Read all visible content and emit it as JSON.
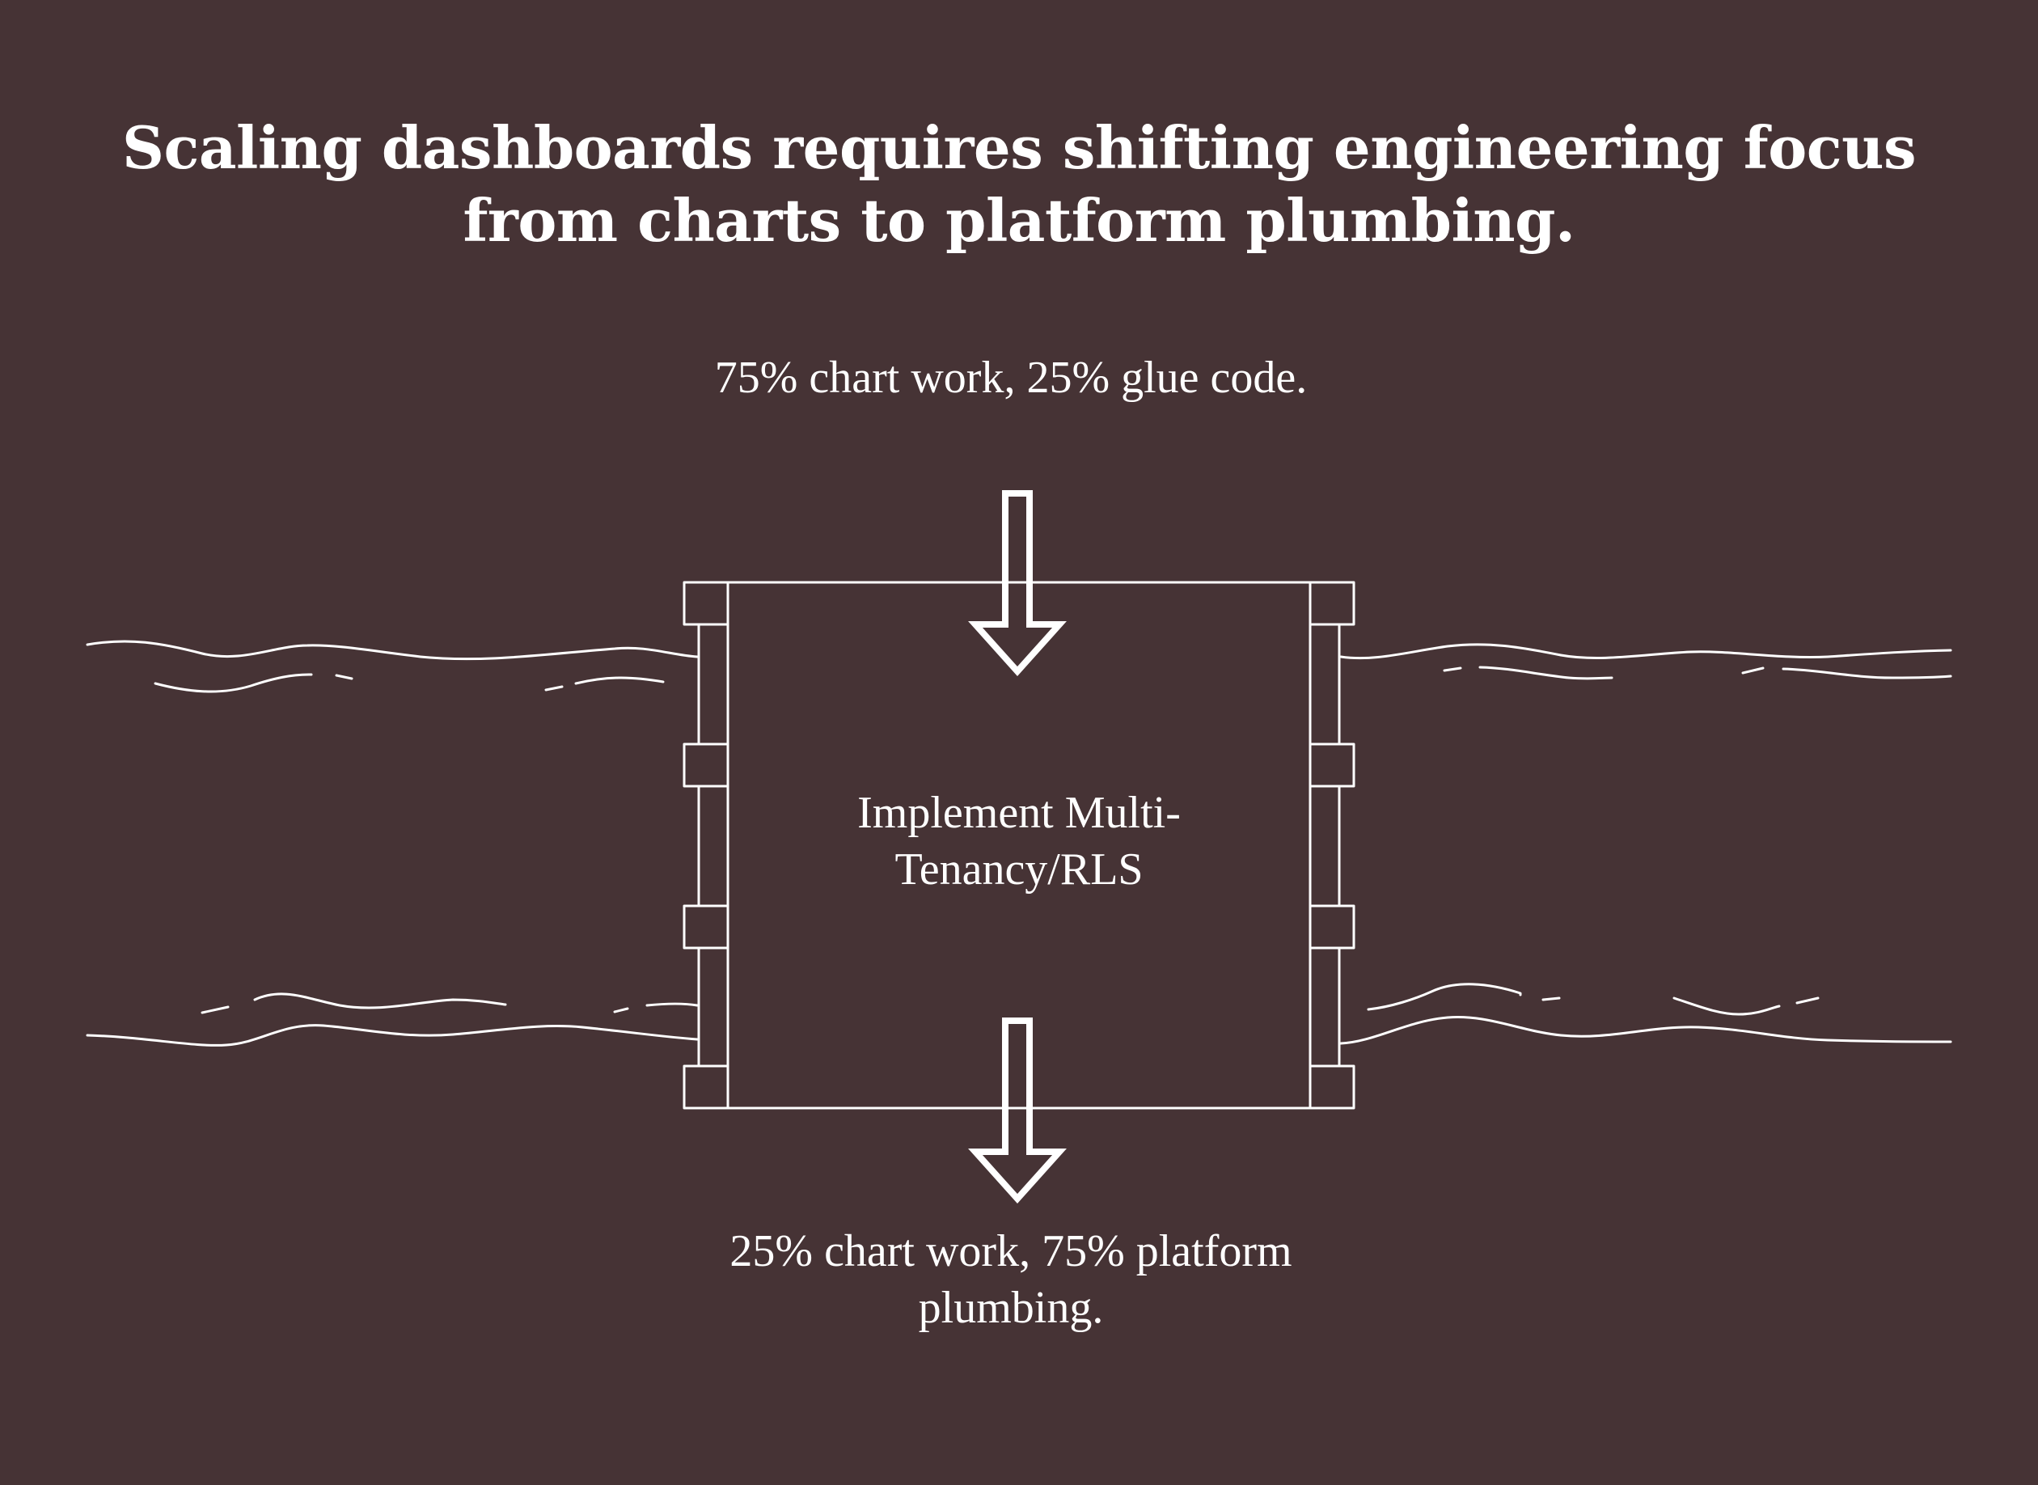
{
  "title": "Scaling dashboards requires shifting engineering focus from charts to platform plumbing.",
  "diagram": {
    "input_label": "75% chart work, 25% glue code.",
    "process_label": "Implement Multi-Tenancy/RLS",
    "output_label": "25% chart work, 75% platform plumbing."
  },
  "colors": {
    "background": "#463335",
    "foreground": "#ffffff"
  }
}
